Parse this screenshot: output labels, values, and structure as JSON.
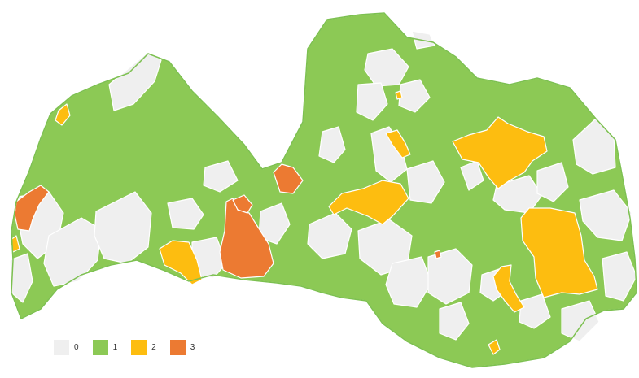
{
  "legend": {
    "items": [
      {
        "label": "0",
        "color": "#efefef"
      },
      {
        "label": "1",
        "color": "#8cc955"
      },
      {
        "label": "2",
        "color": "#fdbd10"
      },
      {
        "label": "3",
        "color": "#ec7a32"
      }
    ]
  },
  "colors": {
    "border": "#ffffff",
    "outline": "#7cc050",
    "background": "#ffffff"
  }
}
